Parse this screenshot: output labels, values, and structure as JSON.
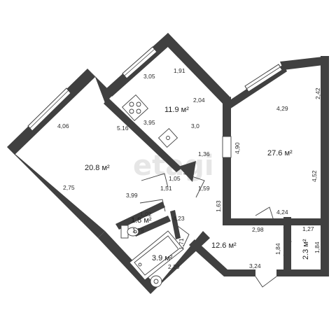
{
  "watermark": "etagi",
  "rooms": {
    "bedroom": {
      "area": "20.8 м²",
      "dims": [
        "4,06",
        "5.16",
        "2,75",
        "3,99"
      ]
    },
    "kitchen": {
      "area": "11.9 м²",
      "dims": [
        "3,05",
        "1,91",
        "2,04",
        "3,95",
        "3,0",
        "1,36"
      ]
    },
    "living": {
      "area": "27.6 м²",
      "dims": [
        "4,29",
        "2,42",
        "4,90",
        "4,52",
        "4,24"
      ]
    },
    "hall": {
      "area": "12.6 м²",
      "dims": [
        "1,05",
        "1,51",
        "1,59",
        "1,63",
        "4,23",
        "2,98",
        "1,71",
        "3,24",
        "1,84"
      ]
    },
    "toilet": {
      "area": "1.8 м²",
      "dims": [
        "1,02",
        "1,79"
      ]
    },
    "bathroom": {
      "area": "3.9 м²",
      "dims": [
        "2,29"
      ]
    },
    "storage": {
      "area": "2.3 м²",
      "dims": [
        "1,27",
        "1,84"
      ]
    }
  }
}
